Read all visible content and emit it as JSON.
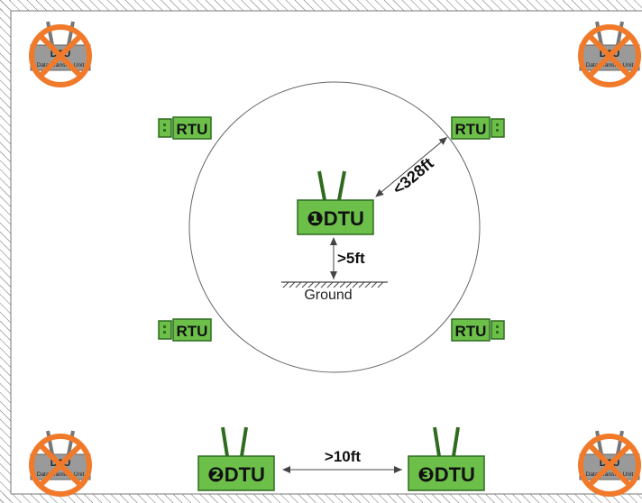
{
  "rtu_label": "RTU",
  "dtu_label": "DTU",
  "dtu_markers": [
    "❶",
    "❷",
    "❸"
  ],
  "distance_labels": {
    "radius": "<328ft",
    "height": ">5ft",
    "spacing": ">10ft"
  },
  "ground_label": "Ground",
  "prohibited_device": {
    "title": "DTU",
    "subtitle": "Data Transfer Unit"
  },
  "colors": {
    "device_green": "#6cc04a",
    "device_border": "#2f6b1e",
    "prohibited_orange": "#f07a2a",
    "prohibited_body": "#9a9a9a",
    "line": "#555555"
  }
}
